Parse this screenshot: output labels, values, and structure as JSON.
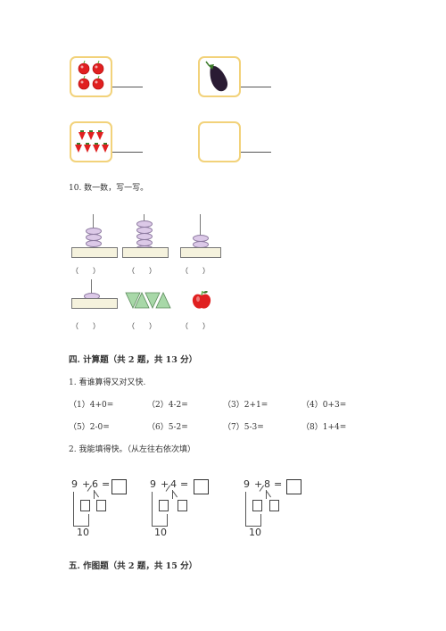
{
  "q10_title": "10. 数一数，写一写。",
  "paren": "（　　）",
  "section4": {
    "title": "四. 计算题（共 2 题，共 13 分）"
  },
  "calc1": {
    "title": "1. 看谁算得又对又快.",
    "items": [
      "（1）4+0=",
      "（2）4-2=",
      "（3）2+1=",
      "（4）0+3=",
      "（5）2-0=",
      "（6）5-2=",
      "（7）5-3=",
      "（8）1+4="
    ]
  },
  "calc2": {
    "title": "2. 我能填得快。（从左往右依次填）",
    "problems": [
      {
        "a": "9",
        "op": "+",
        "b": "6",
        "eq": "=",
        "ten": "10"
      },
      {
        "a": "9",
        "op": "+",
        "b": "4",
        "eq": "=",
        "ten": "10"
      },
      {
        "a": "9",
        "op": "+",
        "b": "8",
        "eq": "=",
        "ten": "10"
      }
    ]
  },
  "section5": {
    "title": "五. 作图题（共 2 题，共 15 分）"
  },
  "colors": {
    "card_border": "#f2d27a",
    "apple": "#e02020",
    "bead": "#dcc9e8",
    "triangle": "#a8d8a8"
  }
}
